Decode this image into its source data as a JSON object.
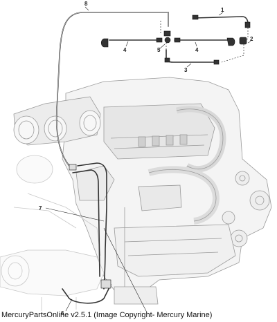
{
  "diagram": {
    "callouts": [
      {
        "id": "c1",
        "label": "1"
      },
      {
        "id": "c2",
        "label": "2"
      },
      {
        "id": "c3",
        "label": "3"
      },
      {
        "id": "c4a",
        "label": "4"
      },
      {
        "id": "c4b",
        "label": "4"
      },
      {
        "id": "c5",
        "label": "5"
      },
      {
        "id": "c6",
        "label": "6"
      },
      {
        "id": "c7",
        "label": "7"
      },
      {
        "id": "c8",
        "label": "8"
      }
    ]
  },
  "footer": {
    "text": "MercuryPartsOnline v2.5.1 (Image Copyright- Mercury Marine)"
  }
}
